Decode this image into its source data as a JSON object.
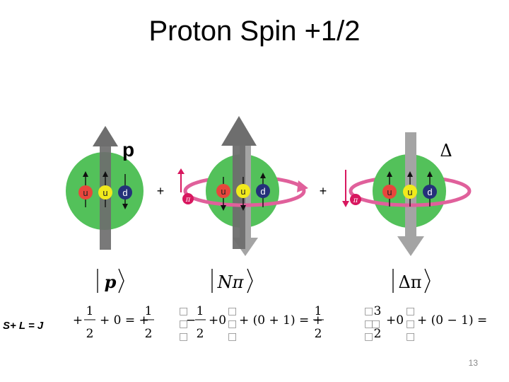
{
  "title": "Proton Spin +1/2",
  "slide_number": "13",
  "colors": {
    "sphere": "#53c15a",
    "gray_arrow": "#6e6e6e",
    "light_gray_arrow": "#a4a4a4",
    "orbit": "#e0609b",
    "pion": "#d8175f",
    "quark_u_red": "#e8463c",
    "quark_u_yellow": "#f1ea1c",
    "quark_d": "#24317a"
  },
  "operator": "+",
  "panels": [
    {
      "label": "p",
      "quarks": [
        "u",
        "u",
        "d"
      ],
      "ket": "p",
      "equation": [
        "+",
        "1",
        "2",
        "+ 0 = +",
        "1",
        "2"
      ]
    },
    {
      "quarks": [
        "u",
        "u",
        "d"
      ],
      "pion": "π",
      "ket": "Nπ",
      "equation": [
        "□",
        "−",
        "1",
        "2",
        "+0",
        "□",
        "+ (0 + 1) = +",
        "1",
        "2"
      ]
    },
    {
      "label": "Δ",
      "quarks": [
        "u",
        "u",
        "d"
      ],
      "pion": "π",
      "ket": "Δπ",
      "equation": [
        "□",
        "3",
        "□",
        "2",
        "+0",
        "□",
        "+ (0 − 1) ="
      ]
    }
  ],
  "spin_equation_label": "S+ L = J"
}
